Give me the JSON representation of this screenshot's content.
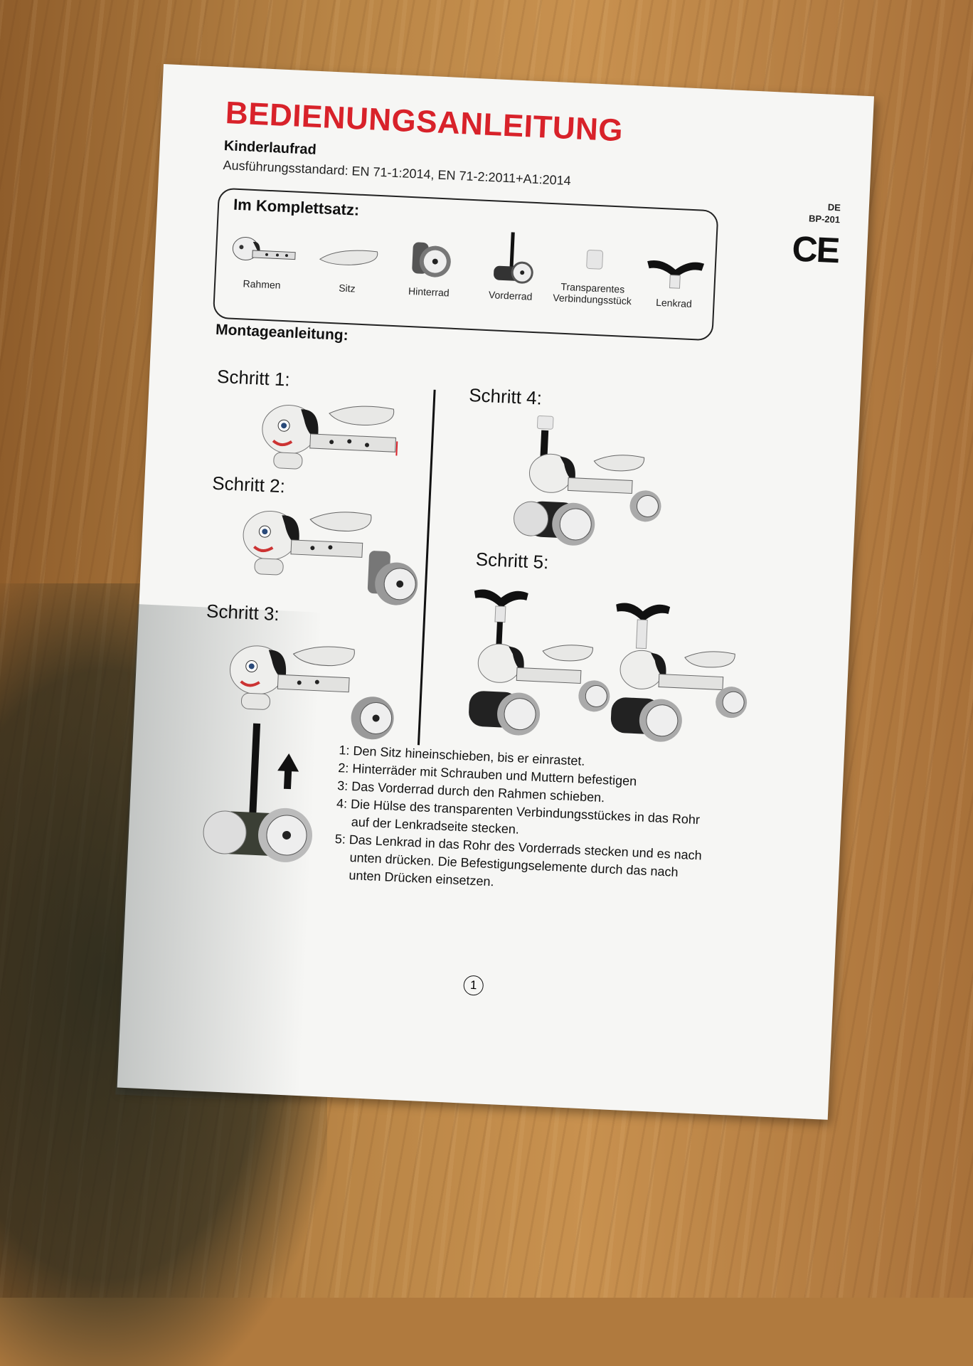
{
  "header": {
    "title": "BEDIENUNGSANLEITUNG",
    "subtitle": "Kinderlaufrad",
    "standard": "Ausführungsstandard: EN 71-1:2014, EN 71-2:2011+A1:2014",
    "lang_code": "DE",
    "model_code": "BP-201",
    "ce_mark": "CE"
  },
  "kit": {
    "title": "Im Komplettsatz:",
    "items": [
      {
        "label": "Rahmen",
        "icon": "frame-icon"
      },
      {
        "label": "Sitz",
        "icon": "seat-icon"
      },
      {
        "label": "Hinterrad",
        "icon": "rear-wheel-icon"
      },
      {
        "label": "Vorderrad",
        "icon": "front-wheel-icon"
      },
      {
        "label": "Transparentes Verbindungsstück",
        "icon": "connector-icon"
      },
      {
        "label": "Lenkrad",
        "icon": "handlebar-icon"
      }
    ]
  },
  "assembly": {
    "title": "Montageanleitung:",
    "steps": [
      {
        "label": "Schritt  1:"
      },
      {
        "label": "Schritt  2:"
      },
      {
        "label": "Schritt  3:"
      },
      {
        "label": "Schritt  4:"
      },
      {
        "label": "Schritt  5:"
      }
    ],
    "instructions": [
      "1: Den Sitz hineinschieben, bis er einrastet.",
      "2: Hinterräder mit Schrauben und Muttern befestigen",
      "3: Das Vorderrad durch den Rahmen schieben.",
      "4: Die Hülse des transparenten Verbindungsstückes in das Rohr",
      "auf der Lenkradseite stecken.",
      "5: Das Lenkrad in das Rohr des Vorderrads stecken und es nach",
      "unten drücken. Die Befestigungselemente  durch das nach",
      "unten Drücken einsetzen."
    ]
  },
  "footer": {
    "page_number": "1"
  },
  "colors": {
    "title_red": "#d8222a",
    "paper": "#f6f6f4",
    "wood": "#b98546"
  }
}
